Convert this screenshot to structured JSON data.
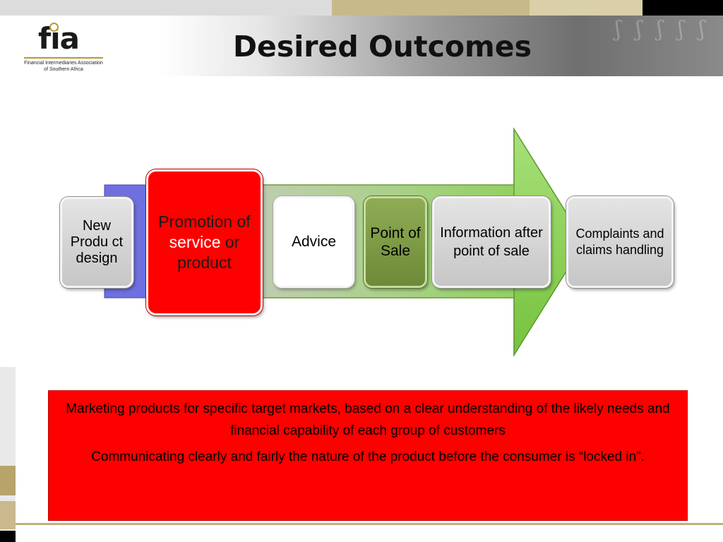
{
  "header": {
    "title": "Desired Outcomes",
    "logo": {
      "mark": "fia",
      "subtitle_line1": "Financial Intermediaries Association",
      "subtitle_line2": "of Southern Africa"
    }
  },
  "diagram": {
    "arrow_color": "#8ccf5a",
    "steps": [
      {
        "id": "new-product-design",
        "label": "New Produ ct design"
      },
      {
        "id": "promotion",
        "label_before": "Promotion of",
        "label_highlight": "service",
        "label_after": "or product",
        "fill": "#ff0000"
      },
      {
        "id": "advice",
        "label": "Advice",
        "fill": "#ffffff"
      },
      {
        "id": "point-of-sale",
        "label": "Point of Sale",
        "fill": "#7a9a42"
      },
      {
        "id": "information-after-sale",
        "label": "Information after point of sale"
      },
      {
        "id": "complaints",
        "label": "Complaints and claims handling"
      }
    ]
  },
  "notes": {
    "paragraph1": "Marketing products for specific target markets, based on a clear understanding of the likely needs and financial capability of each group of customers",
    "paragraph2": "Communicating clearly and fairly the nature of the product before the consumer is “locked in”."
  }
}
